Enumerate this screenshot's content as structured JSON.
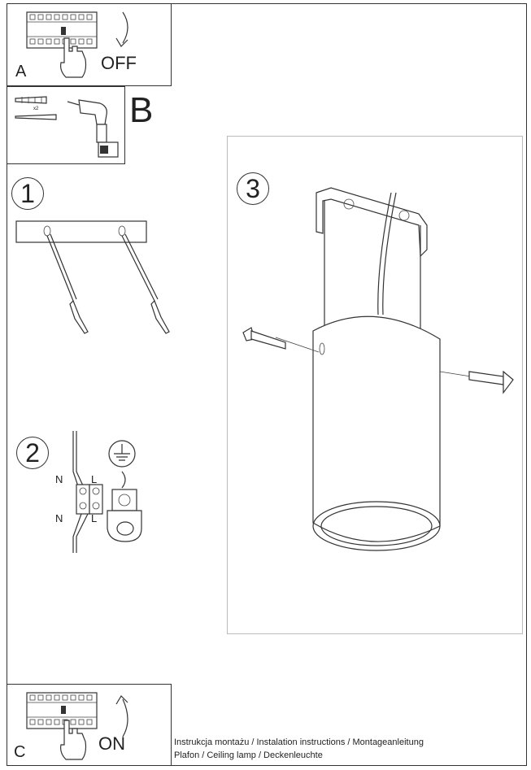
{
  "panels": {
    "a": {
      "letter": "A",
      "action": "OFF"
    },
    "b": {
      "letter": "B",
      "screws_qty": "x2"
    },
    "c": {
      "letter": "C",
      "action": "ON"
    }
  },
  "steps": {
    "s1": "1",
    "s2": "2",
    "s3": "3"
  },
  "wiring": {
    "n_top": "N",
    "l_top": "L",
    "n_bottom": "N",
    "l_bottom": "L"
  },
  "footer": {
    "line1": "Instrukcja montażu / Instalation instructions / Montageanleitung",
    "line2": "Plafon / Ceiling lamp / Deckenleuchte"
  }
}
